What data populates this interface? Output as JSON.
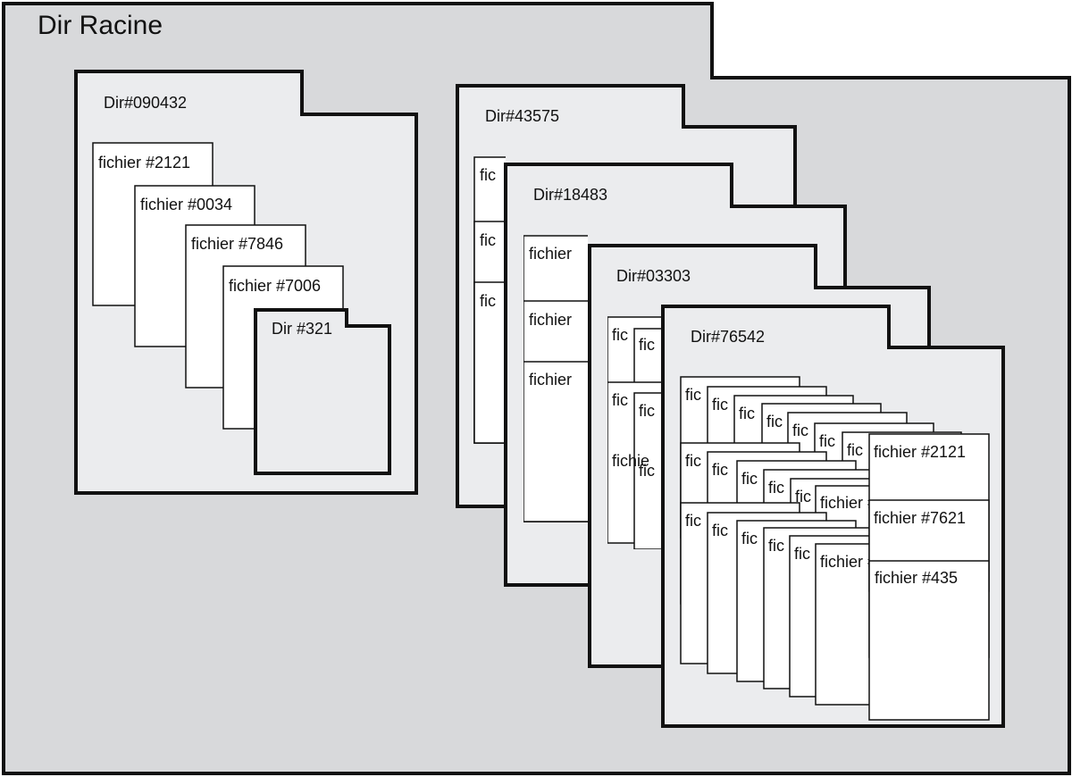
{
  "colors": {
    "root_fill": "#d8d9db",
    "dir_fill": "#ebecee",
    "file_fill": "#ffffff",
    "stroke": "#111111"
  },
  "root": {
    "label": "Dir Racine"
  },
  "dirs": {
    "d090432": {
      "label": "Dir#090432"
    },
    "d321": {
      "label": "Dir #321"
    },
    "d43575": {
      "label": "Dir#43575"
    },
    "d18483": {
      "label": "Dir#18483"
    },
    "d03303": {
      "label": "Dir#03303"
    },
    "d76542": {
      "label": "Dir#76542"
    }
  },
  "files": {
    "f2121": "fichier #2121",
    "f0034": "fichier #0034",
    "f7846": "fichier #7846",
    "f7006": "fichier #7006",
    "f7621": "fichier #7621",
    "f435": "fichier #435",
    "fic": "fic",
    "fichier": "fichier",
    "fichie": "fichie",
    "fic2121_partial": "fichier #2121"
  }
}
